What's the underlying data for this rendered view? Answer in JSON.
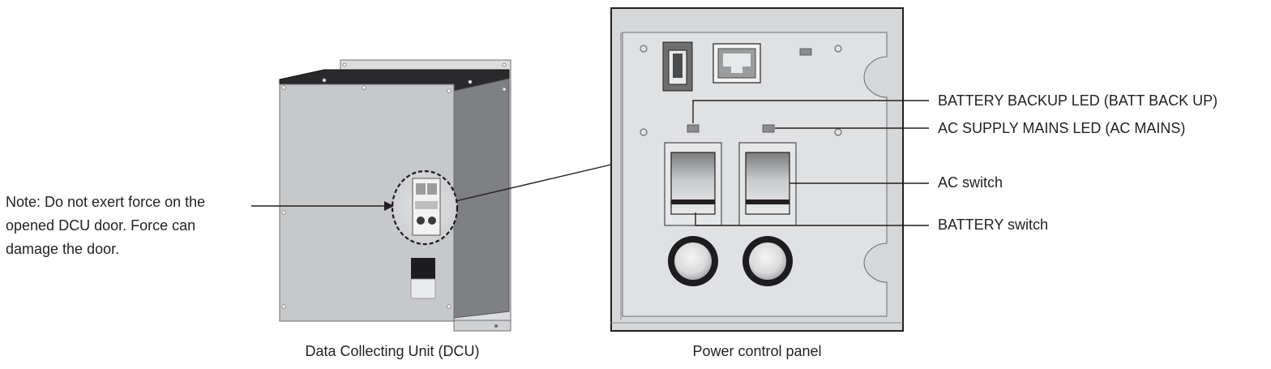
{
  "note": {
    "lines": [
      "Note: Do not exert force on the",
      "opened DCU door. Force can",
      "damage the door."
    ]
  },
  "captions": {
    "dcu": "Data Collecting Unit (DCU)",
    "panel": "Power control panel"
  },
  "callouts": {
    "battery_backup_led": "BATTERY BACKUP LED (BATT BACK UP)",
    "ac_supply_mains_led": "AC SUPPLY MAINS LED (AC MAINS)",
    "ac_switch": "AC switch",
    "battery_switch": "BATTERY switch"
  }
}
